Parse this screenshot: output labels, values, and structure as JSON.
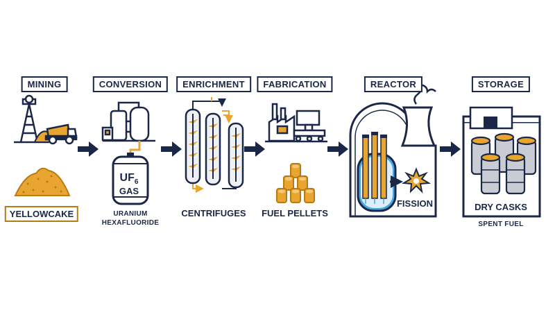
{
  "stages": [
    {
      "title": "MINING"
    },
    {
      "title": "CONVERSION"
    },
    {
      "title": "ENRICHMENT"
    },
    {
      "title": "FABRICATION"
    },
    {
      "title": "REACTOR"
    },
    {
      "title": "STORAGE"
    }
  ],
  "mining": {
    "product": "YELLOWCAKE"
  },
  "conversion": {
    "tank_formula": "UF",
    "tank_formula_sub": "6",
    "tank_state": "GAS",
    "caption_line1": "URANIUM",
    "caption_line2": "HEXAFLUORIDE"
  },
  "enrichment": {
    "caption": "CENTRIFUGES"
  },
  "fabrication": {
    "caption": "FUEL PELLETS"
  },
  "reactor": {
    "event": "FISSION"
  },
  "storage": {
    "caption": "DRY CASKS",
    "subcaption": "SPENT FUEL"
  },
  "colors": {
    "navy": "#1b2746",
    "gold": "#e8a530",
    "gold_dark": "#b87a14",
    "steel": "#c9ccd3",
    "light_blue": "#dceefa",
    "blue": "#4aa6de"
  }
}
